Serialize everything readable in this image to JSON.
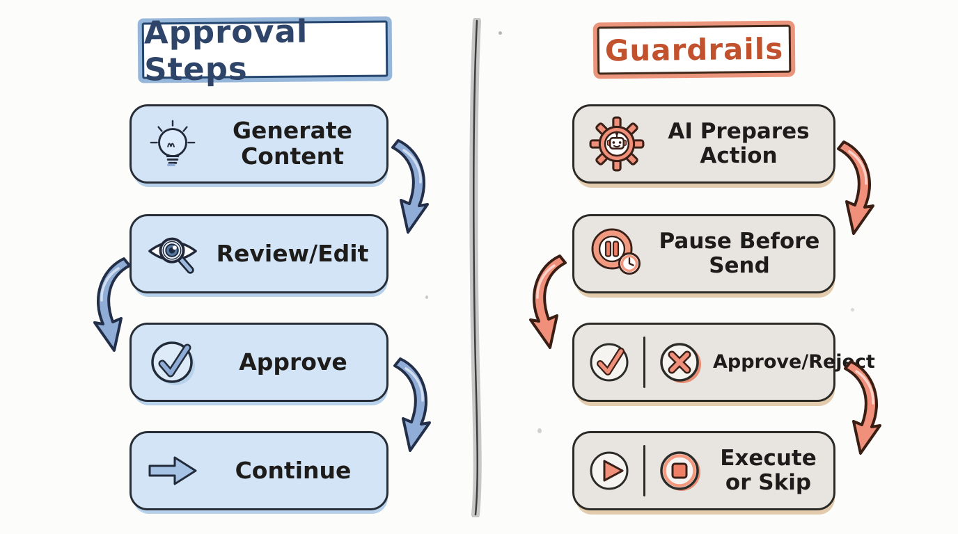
{
  "diagram": {
    "left": {
      "title": "Approval Steps",
      "steps": [
        {
          "label": "Generate Content",
          "icon": "lightbulb-icon"
        },
        {
          "label": "Review/Edit",
          "icon": "eye-magnifier-icon"
        },
        {
          "label": "Approve",
          "icon": "check-circle-icon"
        },
        {
          "label": "Continue",
          "icon": "arrow-right-icon"
        }
      ],
      "colors": {
        "accent": "#2e4569",
        "box_fill": "#d2e4f6",
        "box_border": "#272d36",
        "arrow_fill": "#8fadd6",
        "title_border": "#24456e",
        "title_outer_stroke": "#97b7da"
      }
    },
    "right": {
      "title": "Guardrails",
      "steps": [
        {
          "label": "AI Prepares Action",
          "icon": "gear-robot-icon"
        },
        {
          "label": "Pause Before Send",
          "icon": "pause-clock-icon"
        },
        {
          "label": "Approve/Reject",
          "icons": [
            "check-circle-icon",
            "x-circle-icon"
          ]
        },
        {
          "label": "Execute or Skip",
          "icons": [
            "play-icon",
            "stop-icon"
          ]
        }
      ],
      "colors": {
        "accent": "#c2512d",
        "box_fill": "#e8e5e1",
        "box_border": "#2b2a26",
        "arrow_fill": "#f0907b",
        "title_border": "#40291b",
        "title_outer_stroke": "#e9947b"
      }
    },
    "divider_color": "#c7c7c7"
  }
}
